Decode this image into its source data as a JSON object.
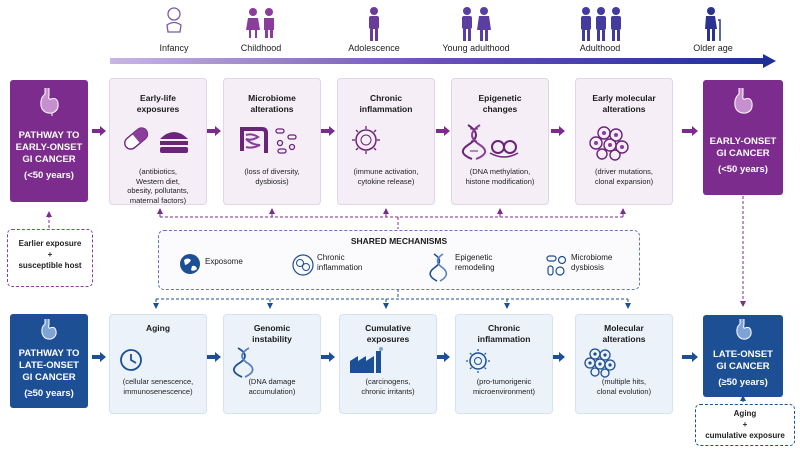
{
  "timeline": {
    "stages": [
      "Infancy",
      "Childhood",
      "Adolescence",
      "Young adulthood",
      "Adulthood",
      "Older age"
    ]
  },
  "early_pathway": {
    "title_lines": [
      "PATHWAY TO",
      "EARLY-ONSET",
      "GI CANCER",
      "(<50 years)"
    ],
    "outcome_lines": [
      "EARLY-ONSET",
      "GI CANCER",
      "(<50 years)"
    ],
    "note_lines": [
      "Earlier exposure",
      "+",
      "susceptible host"
    ],
    "color": "#7b2c8c",
    "steps": [
      {
        "title_lines": [
          "Early-life",
          "exposures"
        ],
        "desc_lines": [
          "(antibiotics,",
          "Western diet,",
          "obesity, pollutants,",
          "maternal factors)"
        ],
        "icon": "pill-burger-icon"
      },
      {
        "title_lines": [
          "Microbiome",
          "alterations"
        ],
        "desc_lines": [
          "(loss of diversity,",
          "dysbiosis)"
        ],
        "icon": "intestine-icon"
      },
      {
        "title_lines": [
          "Chronic",
          "inflammation"
        ],
        "desc_lines": [
          "(immune activation,",
          "cytokine release)"
        ],
        "icon": "inflammation-icon"
      },
      {
        "title_lines": [
          "Epigenetic",
          "changes"
        ],
        "desc_lines": [
          "(DNA methylation,",
          "histone modification)"
        ],
        "icon": "dna-histone-icon"
      },
      {
        "title_lines": [
          "Early molecular",
          "alterations"
        ],
        "desc_lines": [
          "(driver mutations,",
          "clonal expansion)"
        ],
        "icon": "cell-cluster-icon"
      }
    ]
  },
  "late_pathway": {
    "title_lines": [
      "PATHWAY TO",
      "LATE-ONSET",
      "GI CANCER",
      "(≥50 years)"
    ],
    "outcome_lines": [
      "LATE-ONSET",
      "GI CANCER",
      "(≥50 years)"
    ],
    "note_lines": [
      "Aging",
      "+",
      "cumulative exposure"
    ],
    "color": "#1d4f94",
    "steps": [
      {
        "title_lines": [
          "Aging"
        ],
        "desc_lines": [
          "(cellular senescence,",
          "immunosenescence)"
        ],
        "icon": "clock-icon"
      },
      {
        "title_lines": [
          "Genomic",
          "instability"
        ],
        "desc_lines": [
          "(DNA damage",
          "accumulation)"
        ],
        "icon": "dna-icon"
      },
      {
        "title_lines": [
          "Cumulative",
          "exposures"
        ],
        "desc_lines": [
          "(carcinogens,",
          "chronic irritants)"
        ],
        "icon": "factory-icon"
      },
      {
        "title_lines": [
          "Chronic",
          "inflammation"
        ],
        "desc_lines": [
          "(pro-tumorigenic",
          "microenvironment)"
        ],
        "icon": "inflammation-icon"
      },
      {
        "title_lines": [
          "Molecular",
          "alterations"
        ],
        "desc_lines": [
          "(multiple hits,",
          "clonal evolution)"
        ],
        "icon": "cell-cluster-icon"
      }
    ]
  },
  "shared": {
    "title": "SHARED MECHANISMS",
    "items": [
      {
        "label_lines": [
          "Exposome"
        ],
        "icon": "globe-icon"
      },
      {
        "label_lines": [
          "Chronic",
          "inflammation"
        ],
        "icon": "inflammation-cells-icon"
      },
      {
        "label_lines": [
          "Epigenetic",
          "remodeling"
        ],
        "icon": "dna-icon"
      },
      {
        "label_lines": [
          "Microbiome",
          "dysbiosis"
        ],
        "icon": "microbes-icon"
      }
    ]
  }
}
